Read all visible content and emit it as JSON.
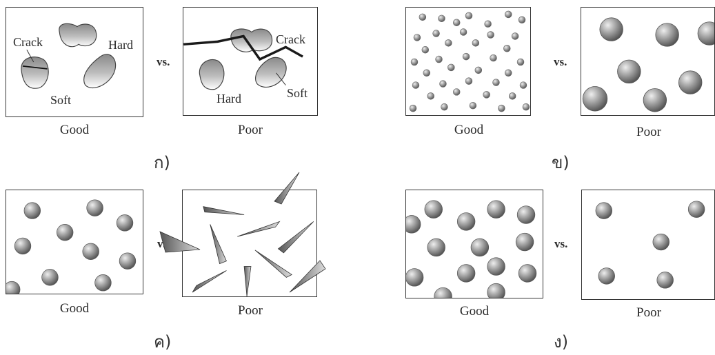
{
  "vs_label": "vs.",
  "good_label": "Good",
  "poor_label": "Poor",
  "figure_a": {
    "label": "ก)",
    "good_crack": "Crack",
    "good_hard": "Hard",
    "good_soft": "Soft",
    "poor_crack": "Crack",
    "poor_hard": "Hard",
    "poor_soft": "Soft"
  },
  "figure_b": {
    "label": "ข)"
  },
  "figure_c": {
    "label": "ค)"
  },
  "figure_d": {
    "label": "ง)"
  }
}
